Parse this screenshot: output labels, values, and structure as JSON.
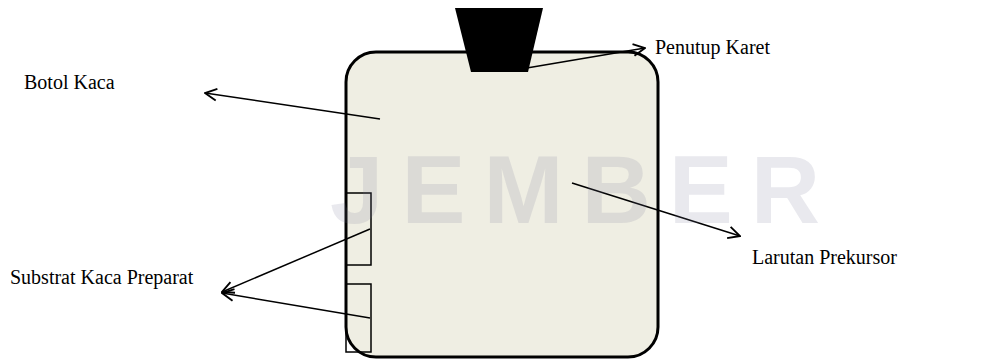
{
  "diagram": {
    "labels": [
      "Penutup Karet",
      "Botol Kaca",
      "Larutan Prekursor",
      "Substrat Kaca Preparat",
      "JEMBER"
    ]
  }
}
